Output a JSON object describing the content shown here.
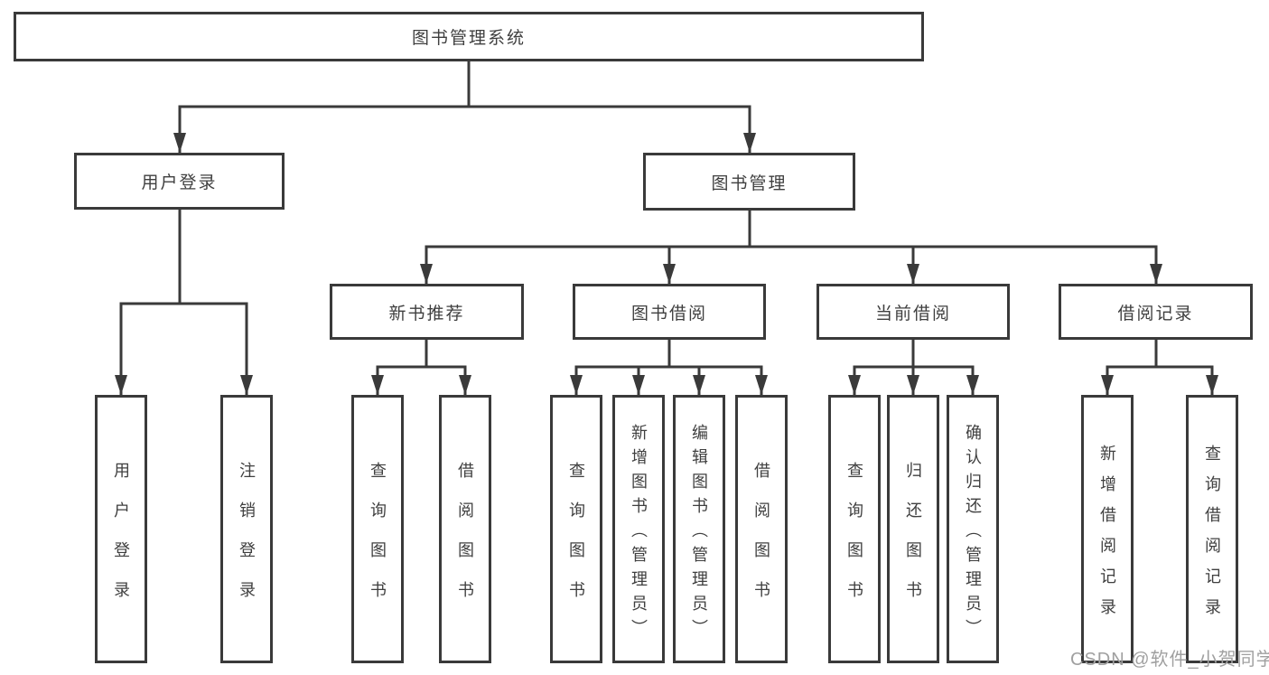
{
  "diagram": {
    "root": {
      "label": "图书管理系统"
    },
    "branches": [
      {
        "label": "用户登录",
        "children": [
          {
            "label": "用户登录"
          },
          {
            "label": "注销登录"
          }
        ]
      },
      {
        "label": "图书管理",
        "children": [
          {
            "label": "新书推荐",
            "children": [
              {
                "label": "查询图书"
              },
              {
                "label": "借阅图书"
              }
            ]
          },
          {
            "label": "图书借阅",
            "children": [
              {
                "label": "查询图书"
              },
              {
                "label": "新增图书（管理员）"
              },
              {
                "label": "编辑图书（管理员）"
              },
              {
                "label": "借阅图书"
              }
            ]
          },
          {
            "label": "当前借阅",
            "children": [
              {
                "label": "查询图书"
              },
              {
                "label": "归还图书"
              },
              {
                "label": "确认归还（管理员）"
              }
            ]
          },
          {
            "label": "借阅记录",
            "children": [
              {
                "label": "新增借阅记录"
              },
              {
                "label": "查询借阅记录"
              }
            ]
          }
        ]
      }
    ]
  },
  "watermark": {
    "text": "CSDN @软件_小贺同学"
  },
  "colors": {
    "background": "#ffffff",
    "line": "#3a3a3a",
    "box_border": "#3a3a3a",
    "text": "#3f3f3f",
    "watermark": "#a0a0a0"
  }
}
